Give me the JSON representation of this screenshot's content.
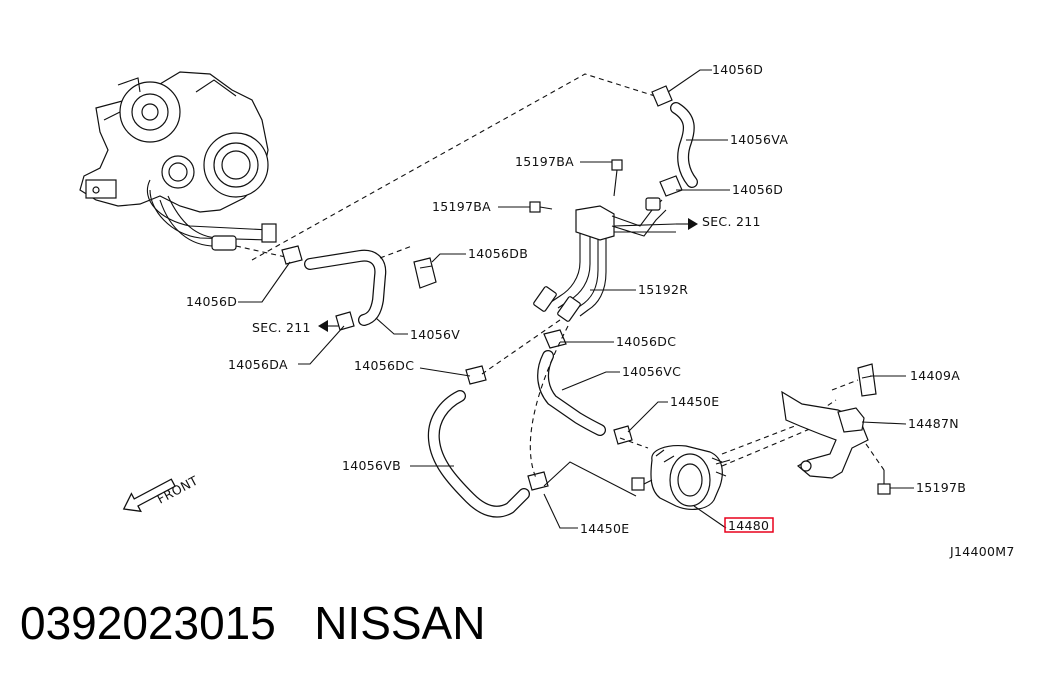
{
  "diagram": {
    "code": "J14400M7",
    "front_label": "FRONT",
    "highlight_color": "#e8001c",
    "labels": {
      "p14056D_top": "14056D",
      "p14056VA": "14056VA",
      "p14056D_mid": "14056D",
      "p15197BA_1": "15197BA",
      "p15197BA_2": "15197BA",
      "sec211_right": "SEC. 211",
      "p14056DB": "14056DB",
      "p15192R": "15192R",
      "p14056D_left": "14056D",
      "sec211_left": "SEC. 211",
      "p14056V": "14056V",
      "p14056DC_1": "14056DC",
      "p14056DA": "14056DA",
      "p14056DC_2": "14056DC",
      "p14056VC": "14056VC",
      "p14409A": "14409A",
      "p14450E_1": "14450E",
      "p14487N": "14487N",
      "p14056VB": "14056VB",
      "p15197B": "15197B",
      "p14450E_2": "14450E",
      "p14480": "14480"
    }
  },
  "footer": {
    "part_number": "0392023015",
    "brand": "NISSAN"
  }
}
